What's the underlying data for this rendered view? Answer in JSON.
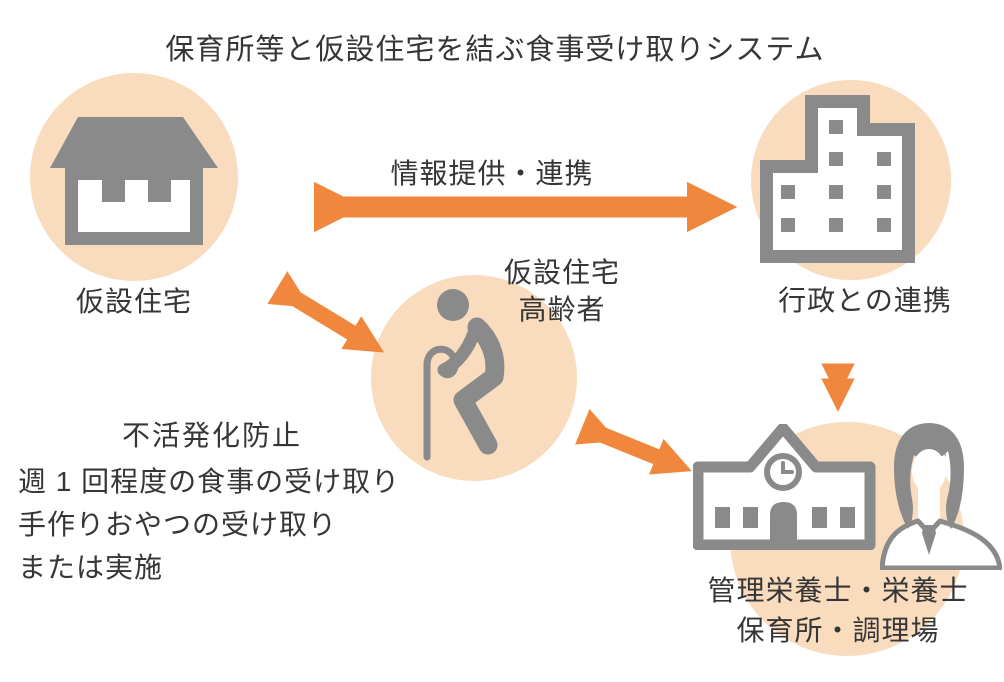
{
  "title": "保育所等と仮設住宅を結ぶ食事受け取りシステム",
  "colors": {
    "circle": "#F9DCBE",
    "arrow": "#F0873C",
    "icon": "#8A8A8A",
    "text": "#363636",
    "bg": "#FFFFFF"
  },
  "nodes": {
    "temporary_housing": {
      "label": "仮設住宅",
      "icon": "house-icon"
    },
    "government": {
      "label": "行政との連携",
      "icon": "office-building-icon"
    },
    "elderly": {
      "label_line1": "仮設住宅",
      "label_line2": "高齢者",
      "icon": "elderly-person-icon"
    },
    "nursery": {
      "label_line1": "管理栄養士・栄養士",
      "label_line2": "保育所・調理場",
      "icons": [
        "school-icon",
        "nutritionist-icon"
      ]
    }
  },
  "connections": {
    "housing_government": {
      "label": "情報提供・連携",
      "type": "double-arrow"
    },
    "housing_elderly": {
      "label": "",
      "type": "double-arrow"
    },
    "elderly_nursery": {
      "label": "",
      "type": "double-arrow"
    },
    "government_nursery": {
      "label": "",
      "type": "double-arrow"
    }
  },
  "notes": {
    "heading": "不活発化防止",
    "lines": [
      "週 1 回程度の食事の受け取り",
      "手作りおやつの受け取り",
      "または実施"
    ]
  }
}
